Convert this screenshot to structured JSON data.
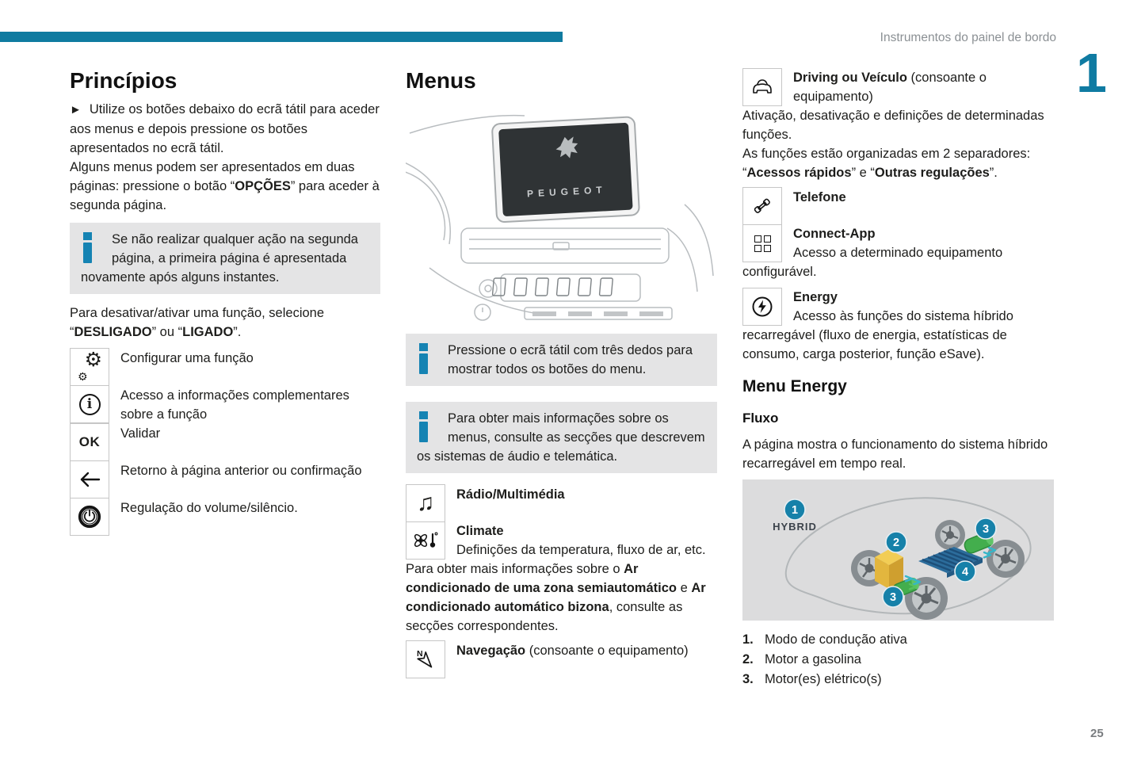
{
  "header": {
    "running_title": "Instrumentos do painel de bordo",
    "chapter_number": "1",
    "page_number": "25"
  },
  "colors": {
    "accent_teal": "#0f7ba0",
    "info_blue": "#1583b3",
    "badge_teal": "#1681a9",
    "engine_yellow": "#f2cd55",
    "battery_blue": "#2c6d9c",
    "motor_green": "#43ae4d",
    "note_bg": "#e4e4e5"
  },
  "col1": {
    "title": "Princípios",
    "p1_arrow": "►",
    "p1": "Utilize os botões debaixo do ecrã tátil para aceder aos menus e depois pressione os botões apresentados no ecrã tátil.",
    "p2a": "Alguns menus podem ser apresentados em duas páginas: pressione o botão “",
    "p2b": "OPÇÕES",
    "p2c": "” para aceder à segunda página.",
    "note1": "Se não realizar qualquer ação na segunda página, a primeira página é apresentada novamente após alguns instantes.",
    "p3a": "Para desativar/ativar uma função, selecione “",
    "p3b": "DESLIGADO",
    "p3c": "” ou “",
    "p3d": "LIGADO",
    "p3e": "”.",
    "icons": [
      {
        "icon": "gears-icon",
        "glyph": "⚙",
        "label": "Configurar uma função"
      },
      {
        "icon": "info-circle-icon",
        "glyph": "i",
        "label": "Acesso a informações complementares sobre a função"
      },
      {
        "icon": "ok-button-icon",
        "glyph": "OK",
        "label": "Validar"
      },
      {
        "icon": "back-arrow-icon",
        "glyph": "←",
        "label": "Retorno à página anterior ou confirmação"
      },
      {
        "icon": "power-icon",
        "glyph": "⏻",
        "label": "Regulação do volume/silêncio."
      }
    ]
  },
  "col2": {
    "title": "Menus",
    "screen_brand": "PEUGEOT",
    "note1": "Pressione o ecrã tátil com três dedos para mostrar todos os botões do menu.",
    "note2": "Para obter mais informações sobre os menus, consulte as secções que descrevem os sistemas de áudio e telemática.",
    "radio_label": "Rádio/Multimédia",
    "radio_glyph": "♫",
    "climate_label": "Climate",
    "climate_desc": "Definições da temperatura, fluxo de ar, etc.",
    "p1a": "Para obter mais informações sobre o ",
    "p1b": "Ar condicionado de uma zona semiautomático",
    "p1c": " e ",
    "p1d": "Ar condicionado automático bizona",
    "p1e": ", consulte as secções correspondentes.",
    "nav_label": "Navegação",
    "nav_suffix": " (consoante o equipamento)",
    "nav_n": "N"
  },
  "col3": {
    "driving_label": "Driving ou Veículo",
    "driving_suffix": " (consoante o equipamento)",
    "driving_desc": "Ativação, desativação e definições de determinadas funções.",
    "p1a": "As funções estão organizadas em 2 separadores: “",
    "p1b": "Acessos rápidos",
    "p1c": "” e “",
    "p1d": "Outras regulações",
    "p1e": "”.",
    "phone_label": "Telefone",
    "connect_label": "Connect-App",
    "connect_desc": "Acesso a determinado equipamento configurável.",
    "energy_label": "Energy",
    "energy_desc": "Acesso às funções do sistema híbrido recarregável (fluxo de energia, estatísticas de consumo, carga posterior, função eSave).",
    "menu_energy_title": "Menu Energy",
    "fluxo_title": "Fluxo",
    "fluxo_desc": "A página mostra o funcionamento do sistema híbrido recarregável em tempo real.",
    "diagram": {
      "hybrid_label": "HYBRID",
      "badges": {
        "b1": "1",
        "b2": "2",
        "b3": "3",
        "b4": "4"
      }
    },
    "legend": [
      {
        "num": "1.",
        "text": "Modo de condução ativa"
      },
      {
        "num": "2.",
        "text": "Motor a gasolina"
      },
      {
        "num": "3.",
        "text": "Motor(es) elétrico(s)"
      }
    ]
  }
}
